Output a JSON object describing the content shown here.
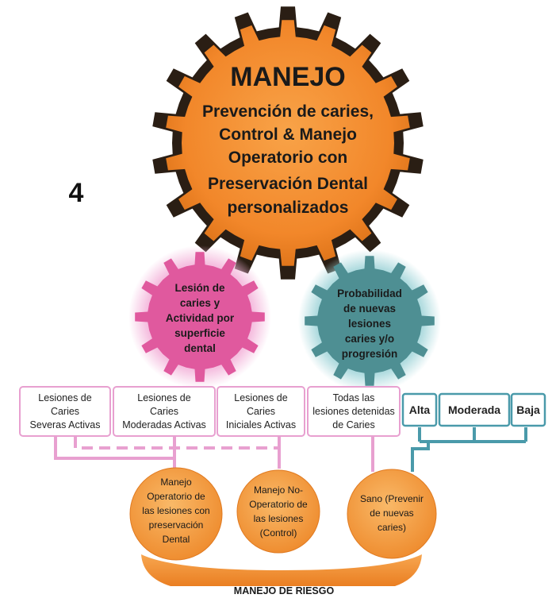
{
  "figure_number": "4",
  "main_gear": {
    "title": "MANEJO",
    "lines": [
      "Prevención de caries,",
      "Control & Manejo",
      "Operatorio con",
      "Preservación Dental",
      "personalizados"
    ]
  },
  "pink_gear": {
    "lines": [
      "Lesión de",
      "caries y",
      "Actividad por",
      "superficie",
      "dental"
    ]
  },
  "teal_gear": {
    "lines": [
      "Probabilidad",
      "de nuevas",
      "lesiones",
      "caries y/o",
      "progresión"
    ]
  },
  "lesion_boxes": [
    {
      "lines": [
        "Lesiones de",
        "Caries",
        "Severas Activas"
      ]
    },
    {
      "lines": [
        "Lesiones de",
        "Caries",
        "Moderadas  Activas"
      ]
    },
    {
      "lines": [
        "Lesiones de",
        "Caries",
        "Iniciales    Activas"
      ]
    },
    {
      "lines": [
        "Todas las",
        "lesiones detenidas",
        "de Caries"
      ]
    }
  ],
  "risk_boxes": [
    "Alta",
    "Moderada",
    "Baja"
  ],
  "outcomes": [
    {
      "lines": [
        "Manejo",
        "Operatorio de",
        "las lesiones con",
        "preservación",
        "Dental"
      ]
    },
    {
      "lines": [
        "Manejo No-",
        "Operatorio de",
        "las lesiones",
        "(Control)"
      ]
    },
    {
      "lines": [
        "Sano (Prevenir",
        "de nuevas",
        "caries)"
      ]
    }
  ],
  "risk_label": "MANEJO DE RIESGO",
  "colors": {
    "orange": "#f2872a",
    "gear_dark": "#2a1e14",
    "pink": "#e0599e",
    "teal": "#4e8f93",
    "pink_line": "#e8a0d0",
    "teal_line": "#4a9aaa",
    "outcome_orange": "#f5a04a"
  }
}
